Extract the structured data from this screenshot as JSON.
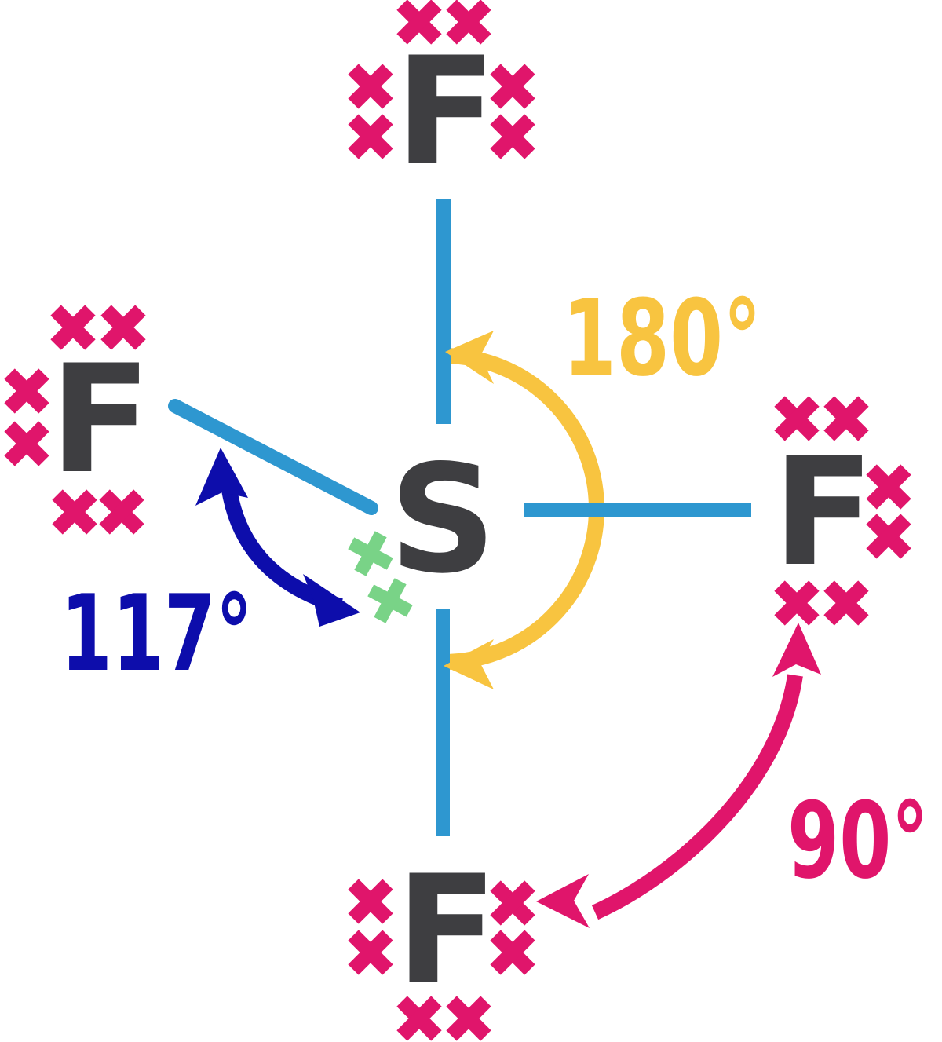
{
  "diagram": {
    "type": "lewis-structure",
    "central_atom_symbol": "S",
    "terminal_atom_symbol": "F",
    "terminal_atom_count": 4,
    "bonds": [
      "S-F-top",
      "S-F-upper-left",
      "S-F-right",
      "S-F-bottom"
    ],
    "angle_labels_shown": [
      "180°",
      "117°",
      "90°"
    ],
    "electron_marks": {
      "fluorine_cross_count_per_atom": 6,
      "sulfur_lone_pair_cross_count": 2
    }
  },
  "atoms": {
    "sulfur": {
      "symbol": "S"
    },
    "fluorine_top": {
      "symbol": "F"
    },
    "fluorine_left": {
      "symbol": "F"
    },
    "fluorine_right": {
      "symbol": "F"
    },
    "fluorine_bottom": {
      "symbol": "F"
    }
  },
  "angles": {
    "axial": {
      "label": "180°",
      "color": "#F8C440"
    },
    "equatorial": {
      "label": "117°",
      "color": "#0D0DAB"
    },
    "axial_equatorial": {
      "label": "90°",
      "color": "#E0156B"
    }
  },
  "colors": {
    "background": "#FFFFFF",
    "atom_text": "#3E3E41",
    "bond": "#2E97D0",
    "fluorine_electron_cross": "#E0156B",
    "sulfur_electron_cross": "#79D387",
    "angle_180": "#F8C440",
    "angle_117": "#0D0DAB",
    "angle_90": "#E0156B"
  },
  "icons": {
    "fluorine_electron_mark": "x-cross",
    "sulfur_electron_mark": "tilted-plus-cross",
    "arrowheads": "concave-back-arrow"
  }
}
